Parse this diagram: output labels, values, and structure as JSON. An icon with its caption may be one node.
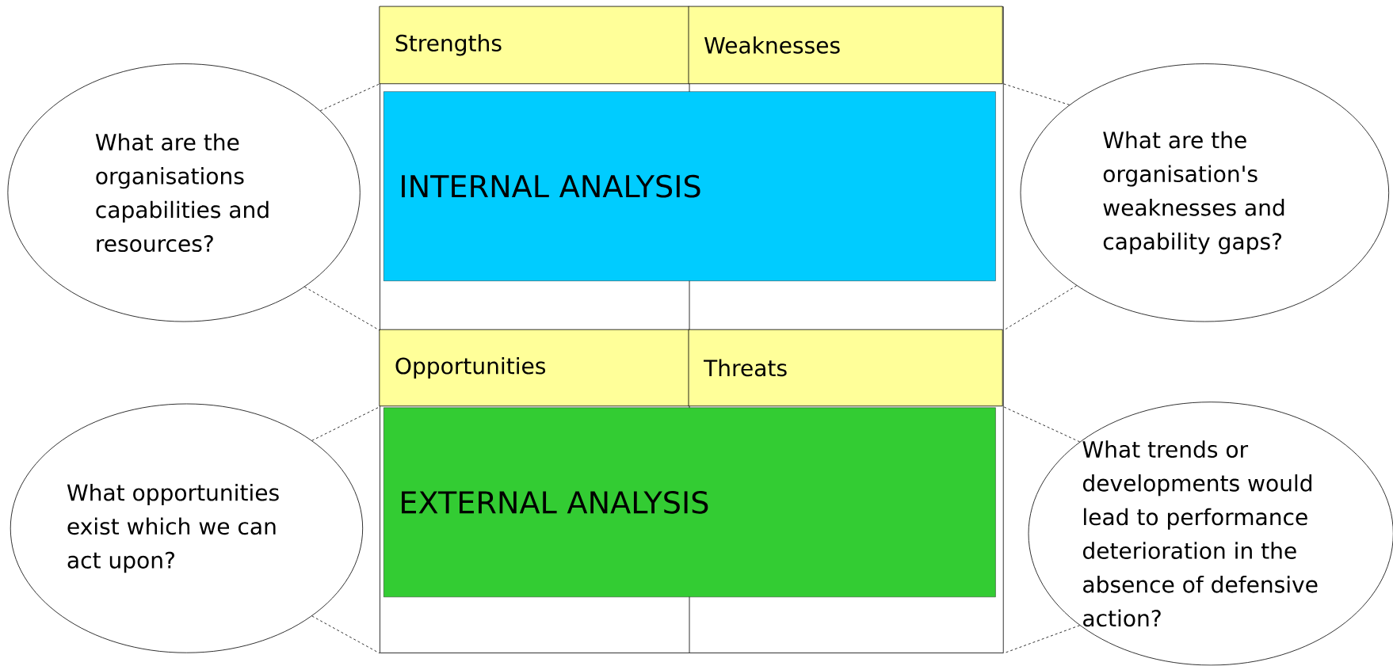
{
  "diagram": {
    "nodes": [
      {
        "text": [],
        "shape": "box"
      },
      {
        "text": [
          "Strengths"
        ],
        "in": 0
      },
      {
        "text": [
          "Weaknesses"
        ],
        "in": 0
      },
      {
        "text": [
          "INTERNAL ANALYSIS"
        ],
        "in": 0
      },
      {
        "text": [
          "Opportunities"
        ],
        "in": 0
      },
      {
        "text": [
          "Threats"
        ],
        "in": 0
      },
      {
        "text": [
          "EXTERNAL ANALYSIS"
        ],
        "in": 0
      },
      {
        "text": [
          "What are the organisations capabilities and resources?"
        ]
      },
      {
        "text": [
          "What are the organisation's weaknesses and capability gaps?"
        ]
      },
      {
        "text": [
          "What opportunities exist which we can act upon?"
        ]
      },
      {
        "text": [
          "What trends or developments would lead to performance deterioration in the absence of defensive action?"
        ]
      }
    ],
    "edges": [
      {
        "from": 7,
        "to": 0,
        "arrow": "none",
        "style": "dashed"
      },
      {
        "from": 7,
        "to": 0,
        "arrow": "none",
        "style": "dashed"
      },
      {
        "from": 8,
        "to": 0,
        "arrow": "none",
        "style": "dashed"
      },
      {
        "from": 8,
        "to": 0,
        "arrow": "none",
        "style": "dashed"
      },
      {
        "from": 9,
        "to": 0,
        "arrow": "none",
        "style": "dashed"
      },
      {
        "from": 9,
        "to": 0,
        "arrow": "none",
        "style": "dashed"
      },
      {
        "from": 10,
        "to": 0,
        "arrow": "none",
        "style": "dashed"
      },
      {
        "from": 10,
        "to": 0,
        "arrow": "none",
        "style": "dashed"
      }
    ]
  }
}
